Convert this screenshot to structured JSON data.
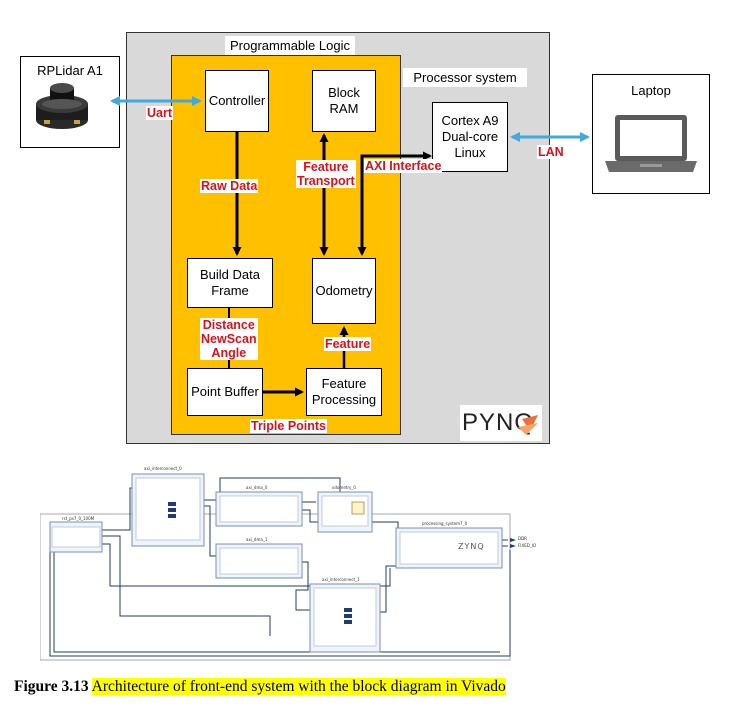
{
  "diagram": {
    "regions": {
      "processor_system": "Processor system",
      "programmable_logic": "Programmable Logic"
    },
    "nodes": {
      "rplidar": "RPLidar A1",
      "laptop": "Laptop",
      "controller": "Controller",
      "block_ram": [
        "Block",
        "RAM"
      ],
      "cortex": [
        "Cortex A9",
        "Dual-core",
        "Linux"
      ],
      "build_data_frame": [
        "Build Data",
        "Frame"
      ],
      "odometry": "Odometry",
      "point_buffer": "Point Buffer",
      "feature_processing": [
        "Feature",
        "Processing"
      ]
    },
    "edge_labels": {
      "uart": "Uart",
      "lan": "LAN",
      "raw_data": "Raw Data",
      "feature_transport": [
        "Feature",
        "Transport"
      ],
      "axi_interface": "AXI Interface",
      "distance_newscan_angle": [
        "Distance",
        "NewScan",
        "Angle"
      ],
      "feature": "Feature",
      "triple_points": "Triple Points"
    },
    "logo": "PYNQ"
  },
  "vivado": {
    "blocks": [
      "axi_interconnect_0",
      "axi_dma_0",
      "odometry_0",
      "axi_dma_1",
      "processing_system7_0",
      "rst_ps7_0_100M",
      "axi_interconnect_1"
    ],
    "ports": [
      "DDR",
      "FIXED_IO"
    ],
    "zynq_logo": "ZYNQ"
  },
  "caption": {
    "number": "Figure 3.13",
    "text": "Architecture of front-end system with the block diagram in Vivado"
  },
  "colors": {
    "pl_fill": "#ffc000",
    "ps_fill": "#d9d9d9",
    "arrow_lan": "#3fa9e0",
    "label_red": "#e0101a",
    "highlight": "#ffff00"
  }
}
